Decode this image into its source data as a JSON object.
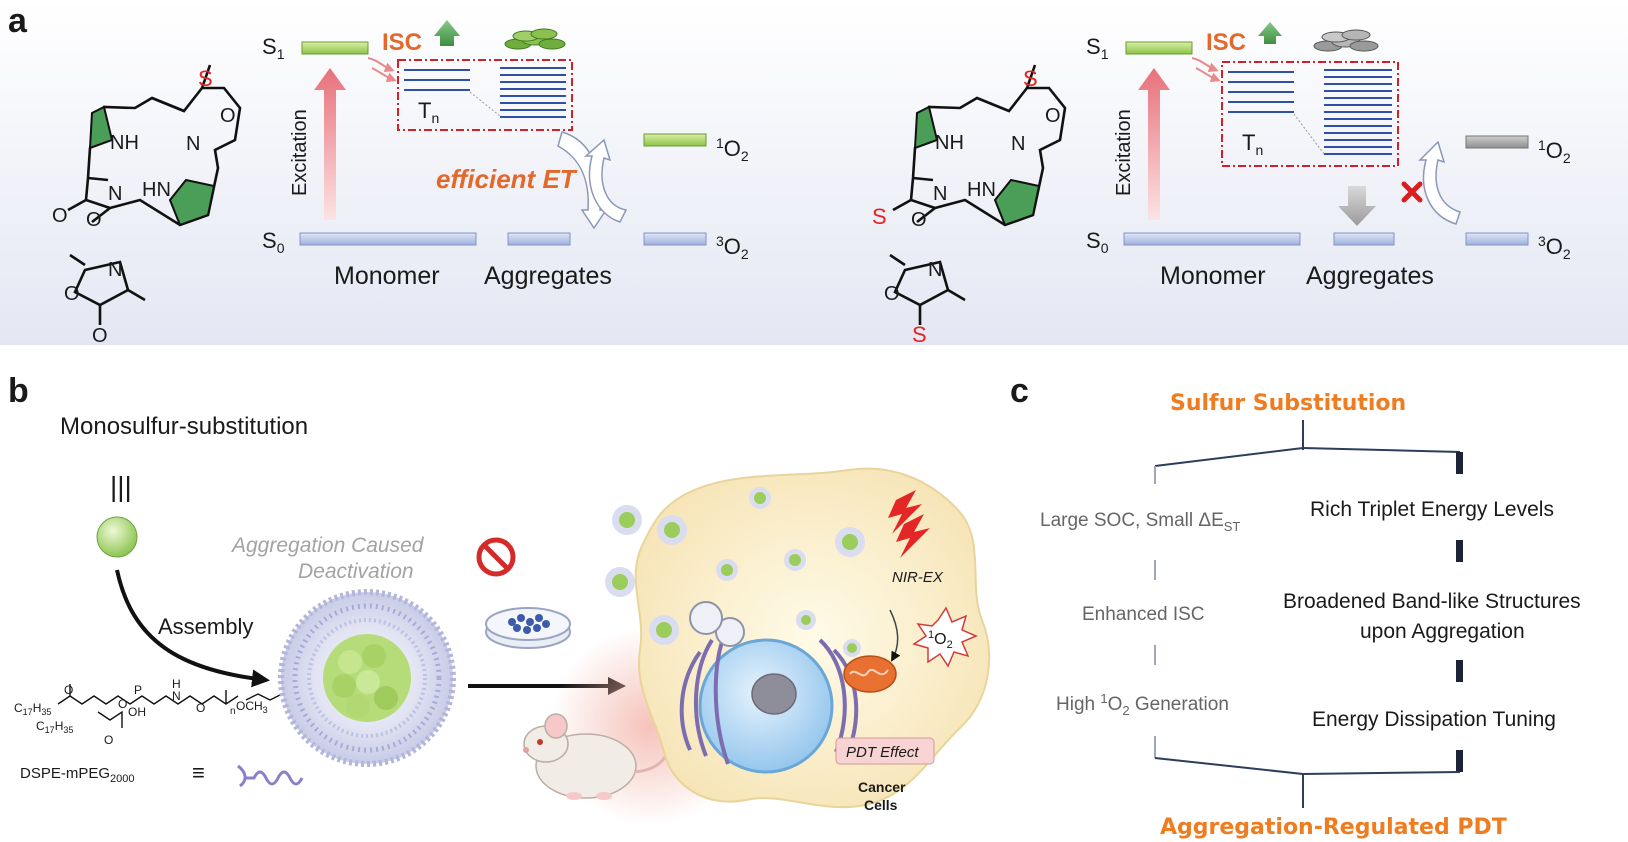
{
  "panel_a": {
    "label": "a",
    "mono": {
      "s1": "S",
      "s1_sub": "1",
      "s0": "S",
      "s0_sub": "0",
      "isc": "ISC",
      "excitation": "Excitation",
      "tn": "T",
      "tn_sub": "n",
      "et": "efficient ET",
      "o2_singlet_sup": "1",
      "o2_singlet": "O",
      "o2_singlet_sub": "2",
      "o2_triplet_sup": "3",
      "o2_triplet": "O",
      "o2_triplet_sub": "2",
      "monomer": "Monomer",
      "aggregates": "Aggregates",
      "mol_s": "S",
      "mol_nh": "NH",
      "mol_hn": "HN",
      "mol_n": "N",
      "mol_o": "O",
      "mol_sub_n": "N",
      "mol_sub_o": "O"
    },
    "di": {
      "s1": "S",
      "s1_sub": "1",
      "s0": "S",
      "s0_sub": "0",
      "isc": "ISC",
      "excitation": "Excitation",
      "tn": "T",
      "tn_sub": "n",
      "o2_singlet_sup": "1",
      "o2_singlet": "O",
      "o2_singlet_sub": "2",
      "o2_triplet_sup": "3",
      "o2_triplet": "O",
      "o2_triplet_sub": "2",
      "monomer": "Monomer",
      "aggregates": "Aggregates",
      "mol_s": "S",
      "mol_nh": "NH",
      "mol_hn": "HN",
      "mol_n": "N",
      "mol_o": "O",
      "mol_sub_n": "N",
      "mol_sub_o": "O"
    }
  },
  "panel_b": {
    "label": "b",
    "title": "Monosulfur-substitution",
    "equiv": "|||",
    "assembly": "Assembly",
    "acd_line1": "Aggregation Caused",
    "acd_line2": "Deactivation",
    "nir": "NIR-EX",
    "singlet_o2_sup": "1",
    "singlet_o2": "O",
    "singlet_o2_sub": "2",
    "pdt": "PDT Effect",
    "cancer1": "Cancer",
    "cancer2": "Cells",
    "dspe": "DSPE-mPEG",
    "dspe_sub": "2000",
    "dspe_equiv": "≡",
    "struct_c17_1": "C",
    "struct_c17_1_sub": "17",
    "struct_h35_1": "H",
    "struct_h35_1_sub": "35",
    "struct_c17_2": "C",
    "struct_c17_2_sub": "17",
    "struct_h35_2": "H",
    "struct_h35_2_sub": "35",
    "struct_p": "P",
    "struct_oh": "OH",
    "struct_h": "H",
    "struct_n": "N",
    "struct_och3": "OCH",
    "struct_och3_sub": "3",
    "struct_n_sub": "n",
    "struct_o": "O"
  },
  "panel_c": {
    "label": "c",
    "top": "Sulfur Substitution",
    "bottom": "Aggregation-Regulated PDT",
    "left1": "Large SOC, Small ΔE",
    "left1_sub": "ST",
    "left2": "Enhanced ISC",
    "left3_pre": "High ",
    "left3_sup": "1",
    "left3_mid": "O",
    "left3_sub": "2",
    "left3_post": " Generation",
    "right1": "Rich Triplet Energy Levels",
    "right2a": "Broadened Band-like Structures",
    "right2b": "upon Aggregation",
    "right3": "Energy Dissipation Tuning"
  }
}
